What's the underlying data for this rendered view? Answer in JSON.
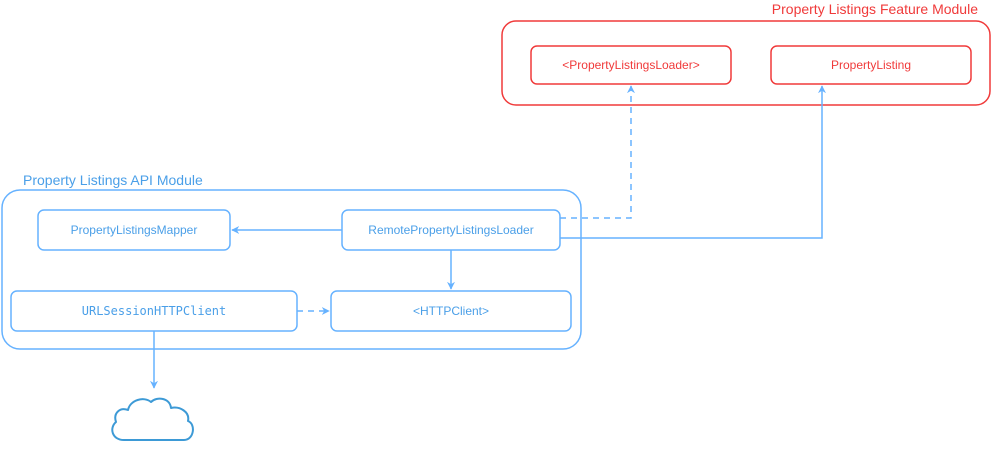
{
  "colors": {
    "api": "#66b2ff",
    "api_text": "#4a9fe8",
    "feature": "#f03a3a",
    "cloud": "#3d9ad6"
  },
  "feature_module": {
    "title": "Property Listings Feature Module",
    "loader_protocol": "<PropertyListingsLoader>",
    "listing": "PropertyListing"
  },
  "api_module": {
    "title": "Property Listings API Module",
    "mapper": "PropertyListingsMapper",
    "remote_loader": "RemotePropertyListingsLoader",
    "session_client": "URLSessionHTTPClient",
    "client_protocol": "<HTTPClient>"
  },
  "cloud": {
    "icon": "cloud-icon"
  }
}
